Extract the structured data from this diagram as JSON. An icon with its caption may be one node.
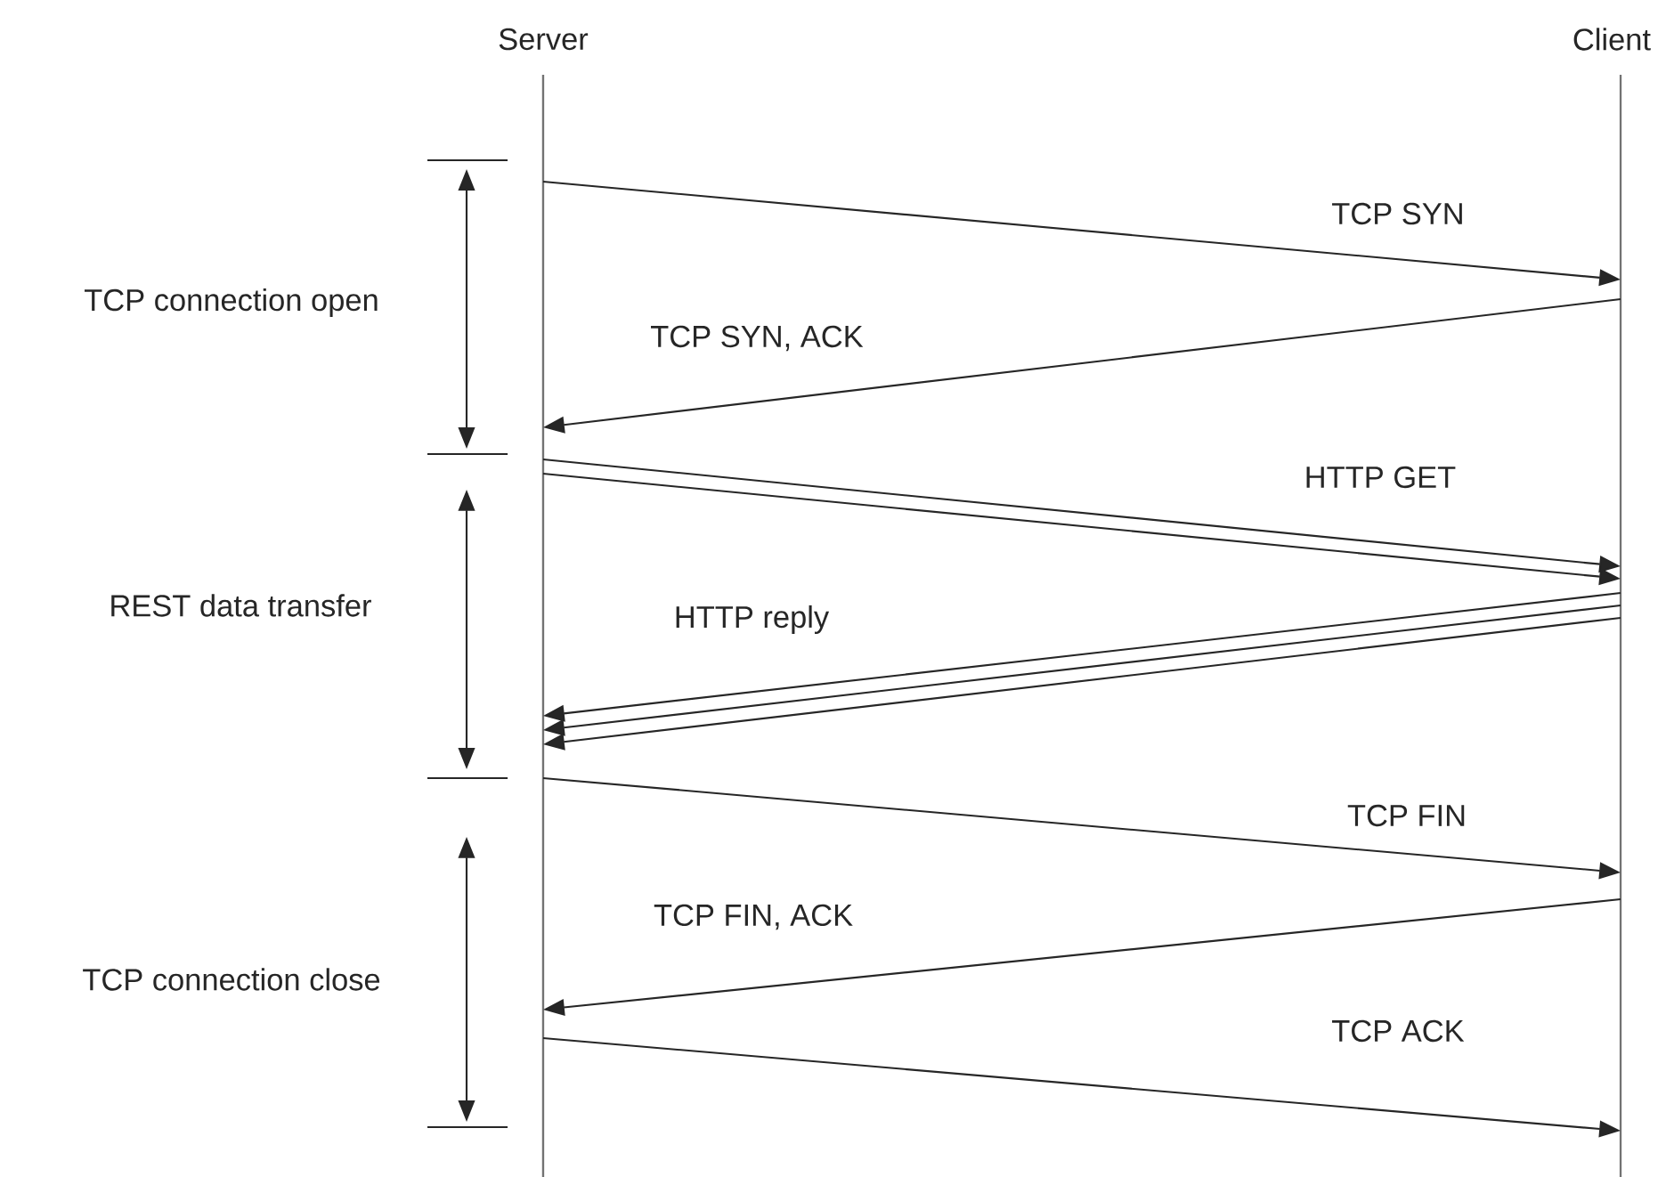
{
  "diagram": {
    "nodes": [
      {
        "text": [
          "Server"
        ]
      },
      {
        "text": [
          "Client"
        ]
      }
    ],
    "edges": [
      {
        "from": 0,
        "to": 1,
        "arrow": "to",
        "label": "TCP SYN"
      },
      {
        "from": 1,
        "to": 0,
        "arrow": "to",
        "label": "TCP SYN, ACK"
      },
      {
        "from": 0,
        "to": 1,
        "arrow": "to"
      },
      {
        "from": 0,
        "to": 1,
        "arrow": "to",
        "label": "HTTP GET"
      },
      {
        "from": 1,
        "to": 0,
        "arrow": "to",
        "label": "HTTP reply"
      },
      {
        "from": 1,
        "to": 0,
        "arrow": "to"
      },
      {
        "from": 1,
        "to": 0,
        "arrow": "to"
      },
      {
        "from": 0,
        "to": 1,
        "arrow": "to",
        "label": "TCP FIN"
      },
      {
        "from": 1,
        "to": 0,
        "arrow": "to",
        "label": "TCP FIN, ACK"
      },
      {
        "from": 0,
        "to": 1,
        "arrow": "to",
        "label": "TCP ACK"
      }
    ],
    "labels": [
      "TCP connection open",
      "REST data transfer",
      "TCP connection close"
    ]
  }
}
